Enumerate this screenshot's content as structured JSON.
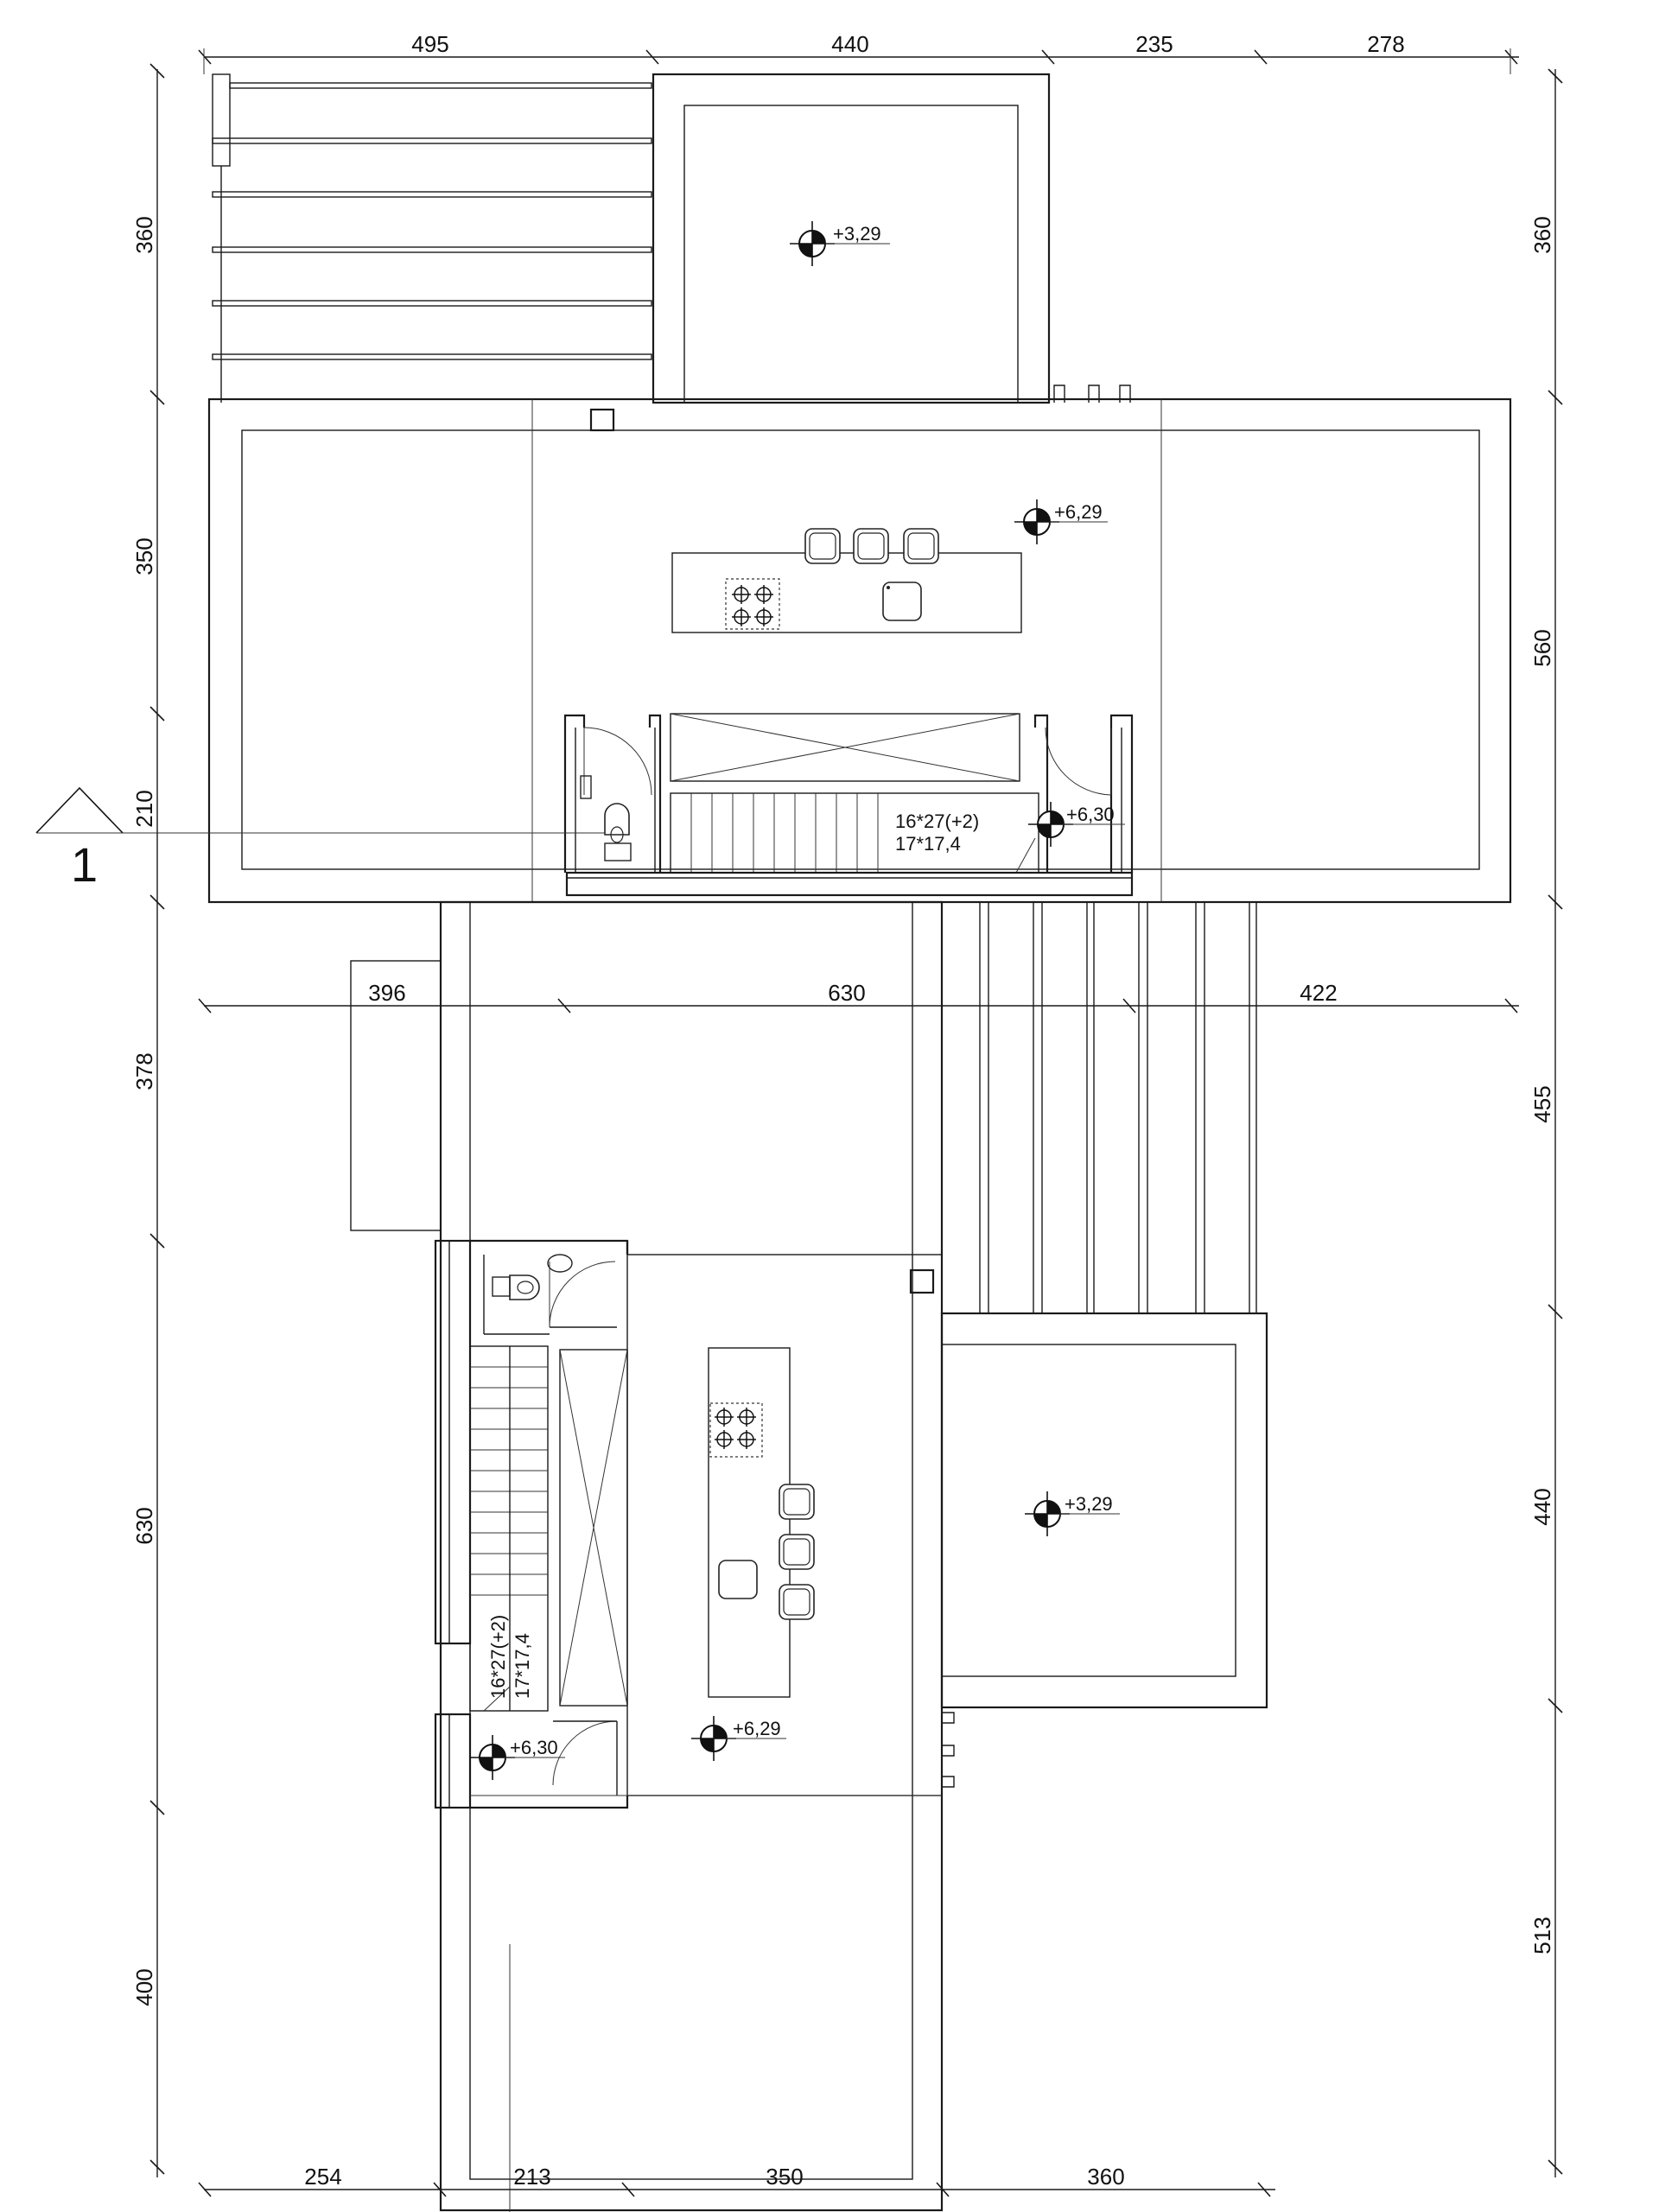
{
  "dimensions": {
    "top": [
      "495",
      "440",
      "235",
      "278"
    ],
    "middle": [
      "396",
      "630",
      "422"
    ],
    "bottom": [
      "254",
      "213",
      "350",
      "360"
    ],
    "left": [
      "360",
      "350",
      "210",
      "378",
      "630",
      "400"
    ],
    "right": [
      "360",
      "560",
      "455",
      "440",
      "513"
    ]
  },
  "levels": {
    "upper_terrace": "+3,29",
    "upper_kitchen": "+6,29",
    "upper_stair": "+6,30",
    "lower_terrace": "+3,29",
    "lower_kitchen": "+6,29",
    "lower_stair": "+6,30"
  },
  "stairs": {
    "upper_note_1": "16*27(+2)",
    "upper_note_2": "17*17,4",
    "lower_note_1": "16*27(+2)",
    "lower_note_2": "17*17,4"
  },
  "section": {
    "label": "1"
  },
  "colors": {
    "line": "#1a1a1a",
    "paper": "#ffffff"
  }
}
